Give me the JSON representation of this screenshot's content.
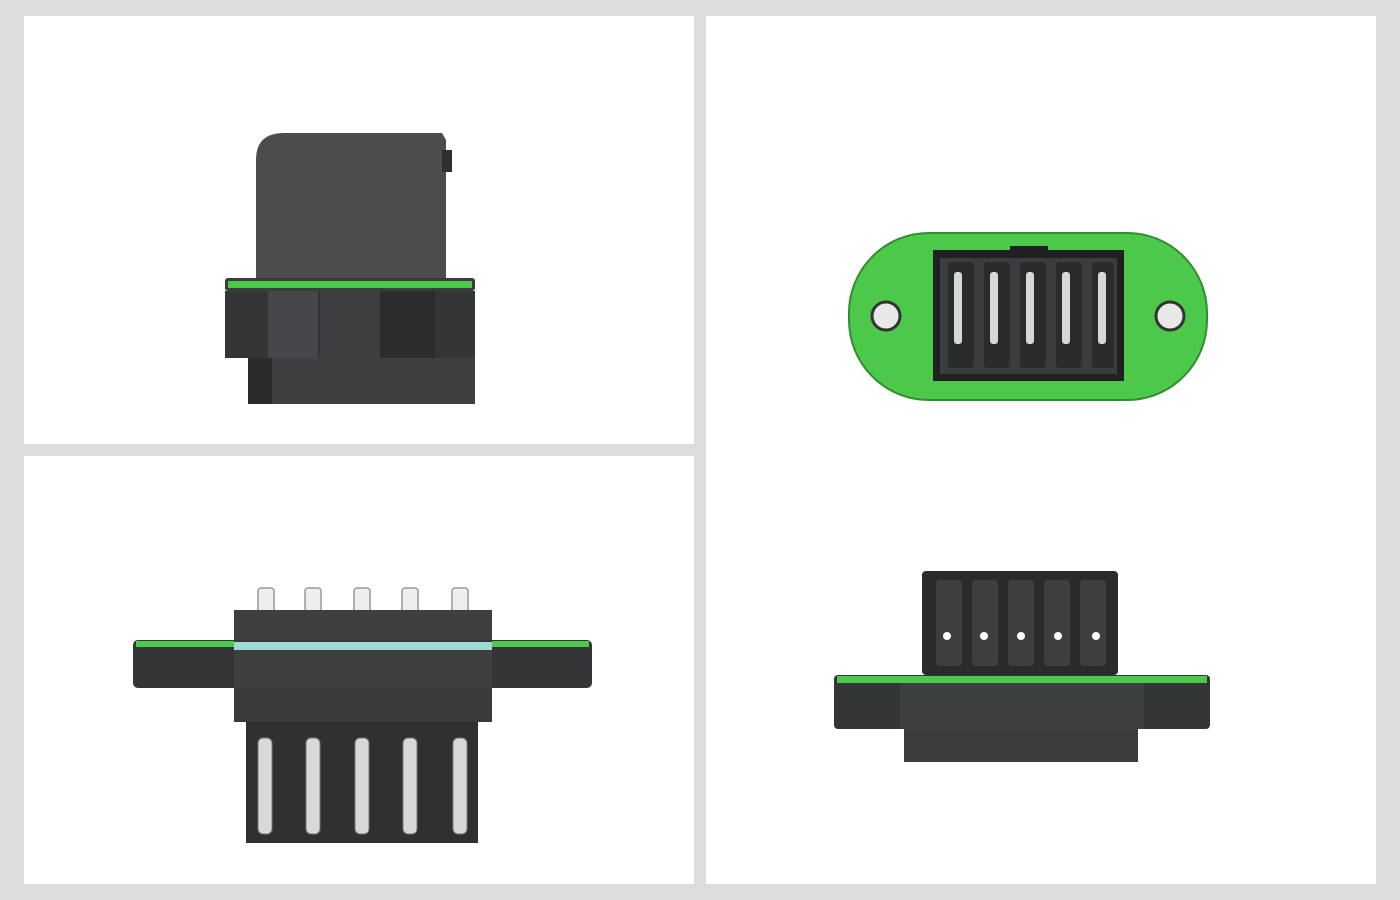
{
  "panels": [
    {
      "view": "side-view"
    },
    {
      "view": "front-view-with-pins"
    },
    {
      "view": "top-face-view"
    },
    {
      "view": "rear-view"
    }
  ],
  "colors": {
    "background": "#dcdcdc",
    "panel": "#ffffff",
    "housing": "#3d3f41",
    "housing_dark": "#232425",
    "accent_green": "#4cc94a",
    "seal_cyan": "#9fd9d6",
    "pin_metal": "#d8d8d8"
  }
}
